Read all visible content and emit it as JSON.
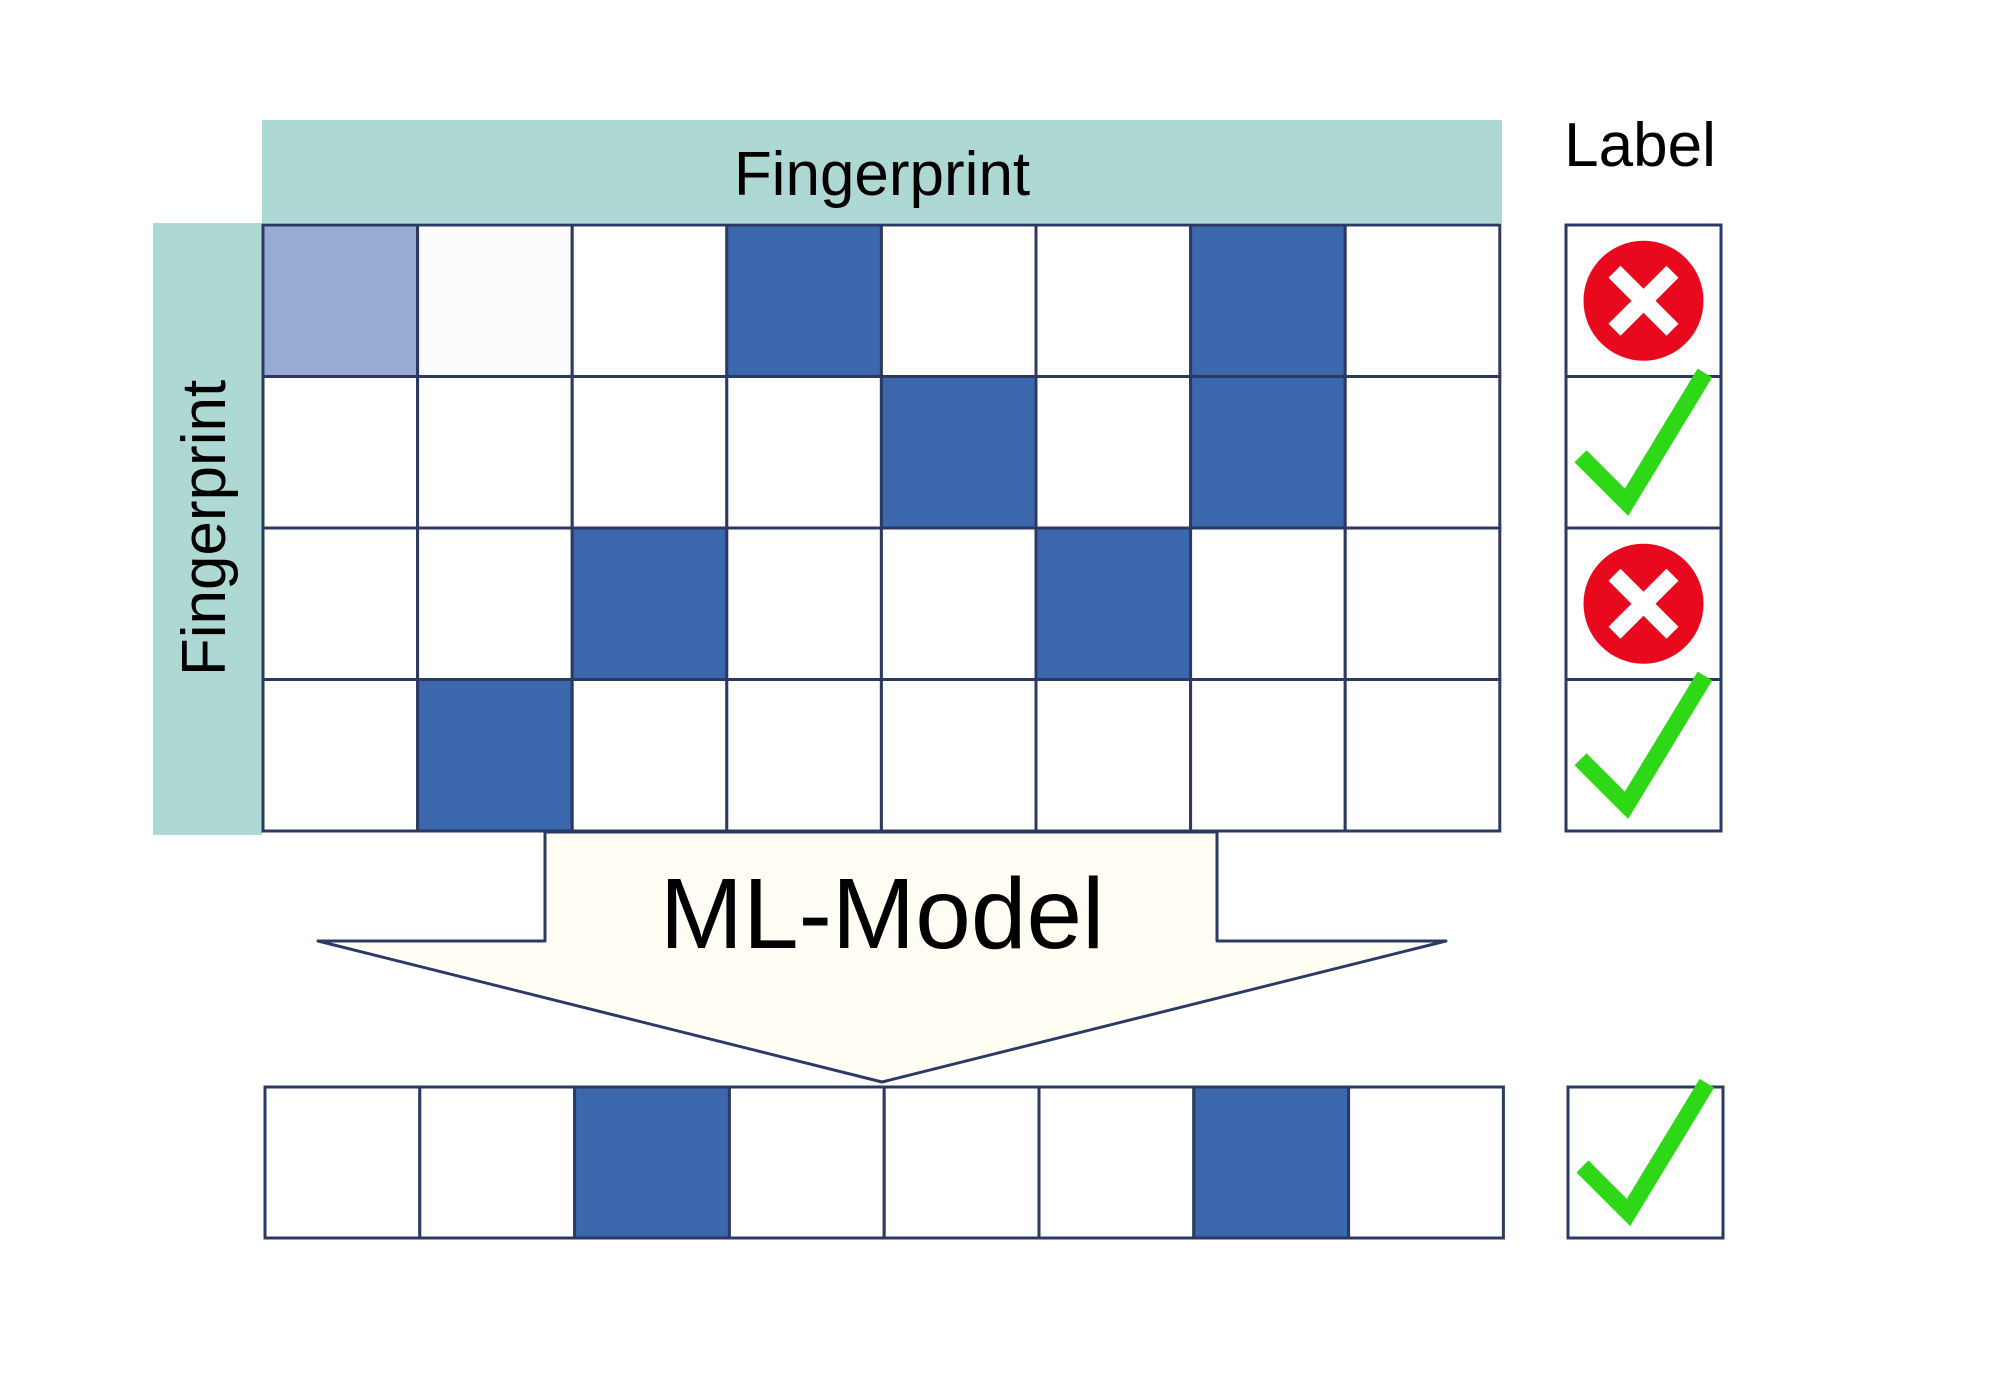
{
  "colors": {
    "header_band": "#aed8d3",
    "filled_cell": "#3b67ad",
    "light_cell": "#98abd3",
    "very_light_cell": "#fcfcfc",
    "empty_cell": "#ffffff",
    "grid_line": "#2c3a63",
    "arrow_fill": "#fffdf4",
    "cross_circle": "#e8091e",
    "check_mark": "#2ed817"
  },
  "header": {
    "top_label": "Fingerprint",
    "side_label": "Fingerprint",
    "label_column_title": "Label"
  },
  "training_matrix": {
    "rows": [
      [
        0.4,
        0.02,
        0,
        1,
        0,
        0,
        1,
        0
      ],
      [
        0,
        0,
        0,
        0,
        1,
        0,
        1,
        0
      ],
      [
        0,
        0,
        1,
        0,
        0,
        1,
        0,
        0
      ],
      [
        0,
        1,
        0,
        0,
        0,
        0,
        0,
        0
      ]
    ],
    "labels": [
      "cross-icon",
      "check-icon",
      "cross-icon",
      "check-icon"
    ]
  },
  "model": {
    "label": "ML-Model"
  },
  "prediction": {
    "cells": [
      0,
      0,
      1,
      0,
      0,
      0,
      1,
      0
    ],
    "label": "check-icon"
  }
}
